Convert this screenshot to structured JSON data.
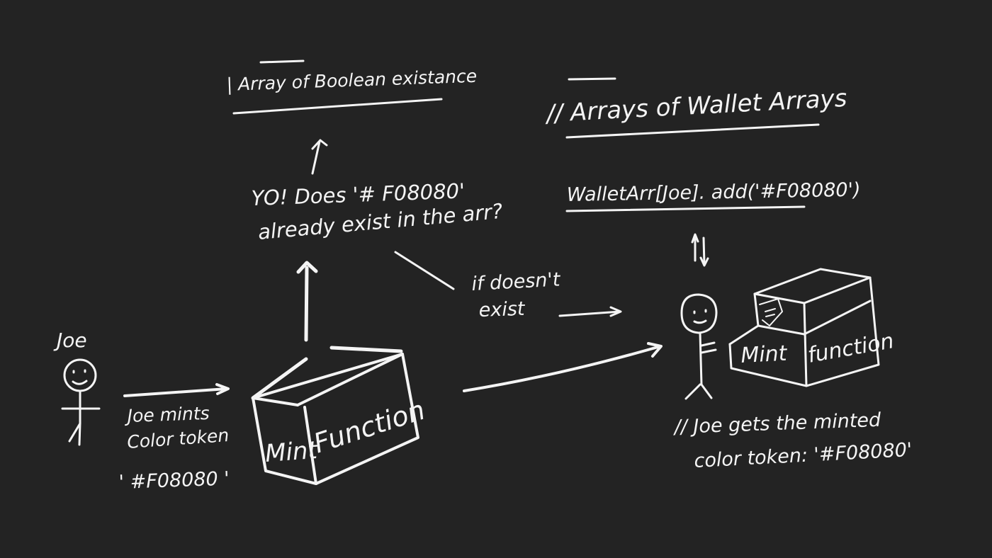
{
  "colors": {
    "background": "#232323",
    "ink": "#f4f4f4"
  },
  "labels": {
    "array_boolean": "| Array of Boolean existance",
    "arrays_wallet": "// Arrays of Wallet Arrays",
    "question_line1": "YO! Does '# F08080'",
    "question_line2": "already exist in the arr?",
    "wallet_add": "WalletArr[Joe]. add('#F08080')",
    "if_doesnt_line1": "if doesn't",
    "if_doesnt_line2": "exist",
    "joe": "Joe",
    "joe_mints_line1": "Joe mints",
    "joe_mints_line2": "Color token",
    "color_code": "' #F08080 '",
    "box_left_mint": "Mint",
    "box_left_function": "Function",
    "box_right_mint": "Mint",
    "box_right_function": "function",
    "result_line1": "// Joe gets the minted",
    "result_line2": "color token: '#F08080'"
  }
}
